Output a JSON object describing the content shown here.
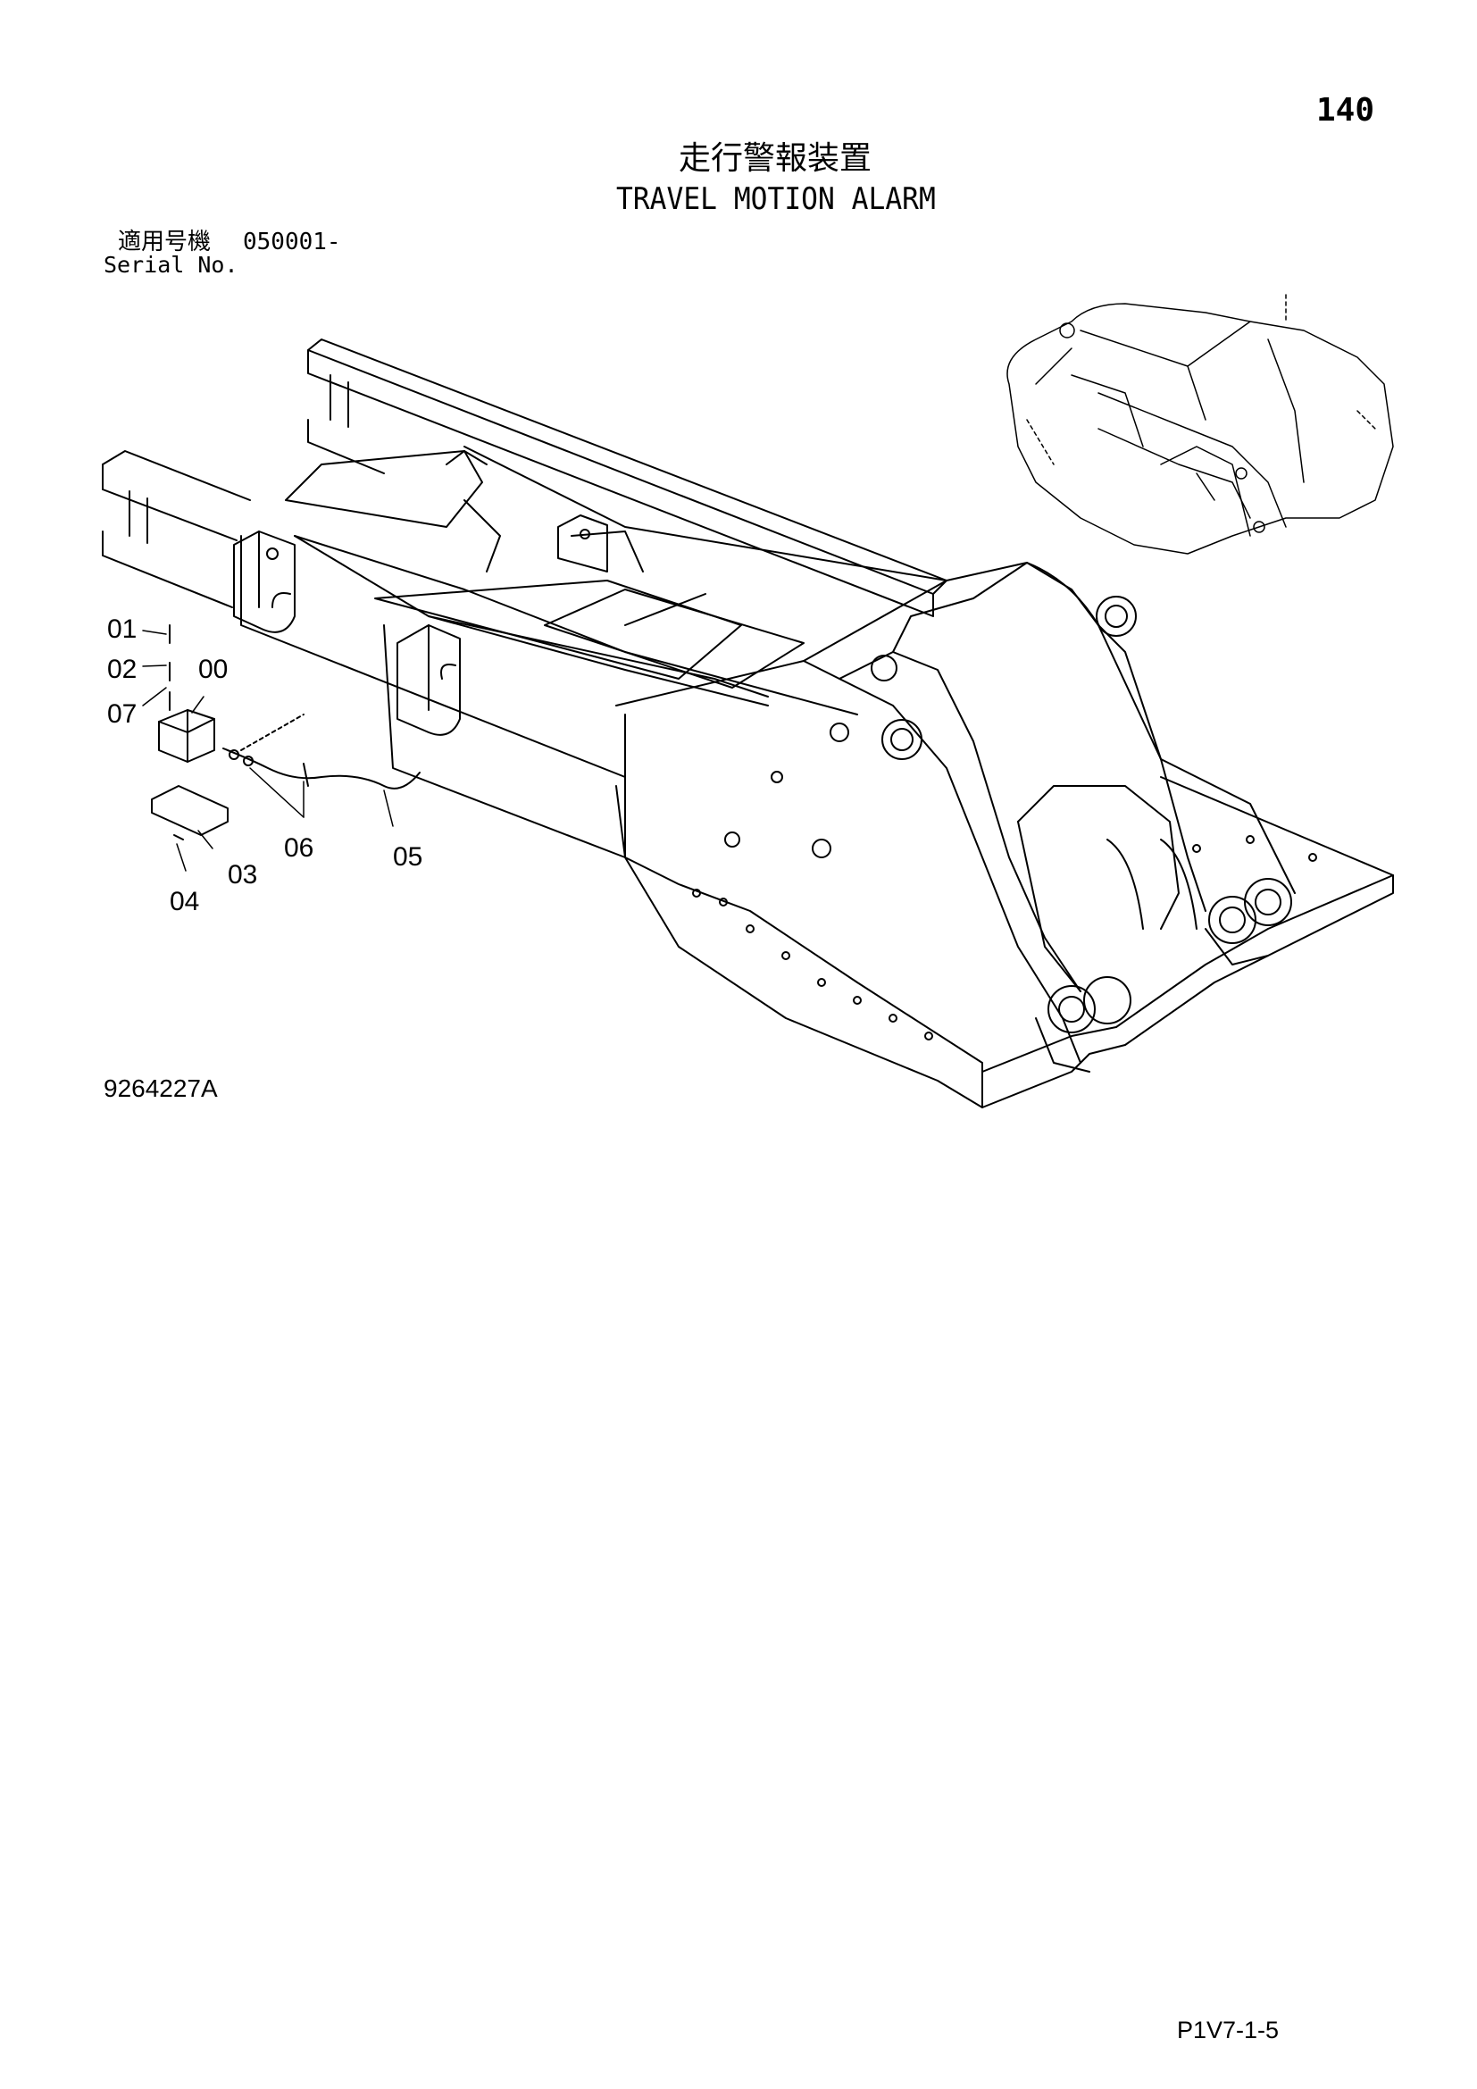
{
  "header": {
    "page_number": "140",
    "title_jp": "走行警報装置",
    "title_en": "TRAVEL MOTION ALARM"
  },
  "serial": {
    "label_jp": "適用号機",
    "value": "050001-",
    "label_en": "Serial No."
  },
  "callouts": {
    "c01": "01",
    "c02": "02",
    "c07": "07",
    "c00": "00",
    "c03": "03",
    "c04": "04",
    "c06": "06",
    "c05": "05"
  },
  "footer": {
    "drawing_id": "9264227A",
    "page_ref": "P1V7-1-5"
  }
}
